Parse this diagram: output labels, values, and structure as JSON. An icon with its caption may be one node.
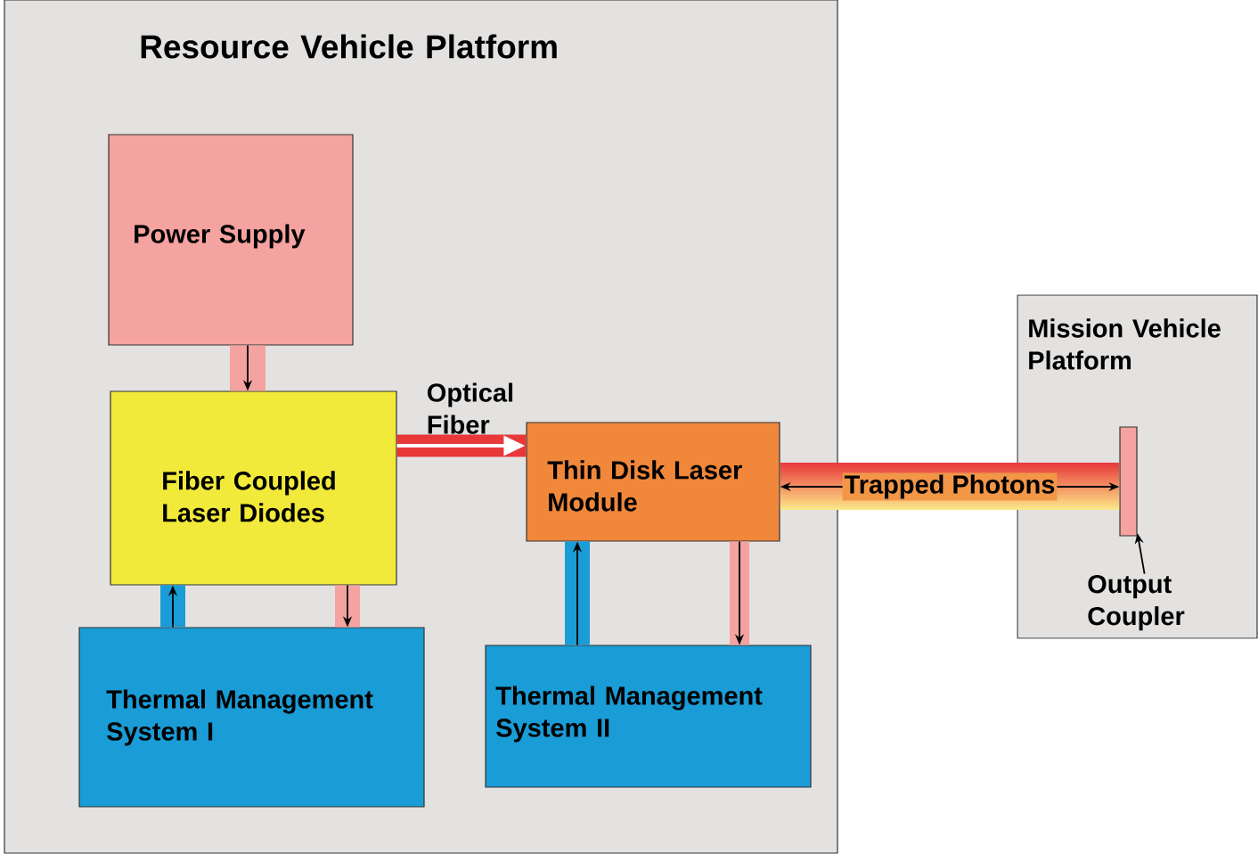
{
  "diagram": {
    "nodes": [
      {
        "text": [
          "Resource Vehicle Platform"
        ]
      },
      {
        "text": [
          "Power Supply"
        ],
        "in": 0
      },
      {
        "text": [
          "Fiber Coupled Laser Diodes"
        ],
        "in": 0
      },
      {
        "text": [
          "Thin Disk Laser Module"
        ],
        "in": 0
      },
      {
        "text": [
          "Thermal Management System I"
        ],
        "in": 0
      },
      {
        "text": [
          "Thermal Management System II"
        ],
        "in": 0
      },
      {
        "text": [
          "Mission Vehicle Platform"
        ]
      },
      {
        "text": [],
        "shape": "bar",
        "in": 6
      },
      {
        "text": [
          "Output Coupler"
        ],
        "in": 6
      }
    ],
    "edges": [
      {
        "from": 1,
        "to": 2,
        "arrow": "to",
        "color": "#f4a3a0"
      },
      {
        "from": 2,
        "to": 3,
        "arrow": "to",
        "label": "Optical Fiber",
        "color": "#e8383a"
      },
      {
        "from": 4,
        "to": 2,
        "arrow": "to",
        "color": "#1a9cd6"
      },
      {
        "from": 2,
        "to": 4,
        "arrow": "to",
        "color": "#f4a3a0"
      },
      {
        "from": 5,
        "to": 3,
        "arrow": "to",
        "color": "#1a9cd6"
      },
      {
        "from": 3,
        "to": 5,
        "arrow": "to",
        "color": "#f4a3a0"
      },
      {
        "from": 3,
        "to": 7,
        "arrow": "both",
        "label": "Trapped Photons",
        "color": "#000000"
      },
      {
        "from": 8,
        "to": 7,
        "arrow": "to",
        "color": "#000000"
      }
    ]
  }
}
